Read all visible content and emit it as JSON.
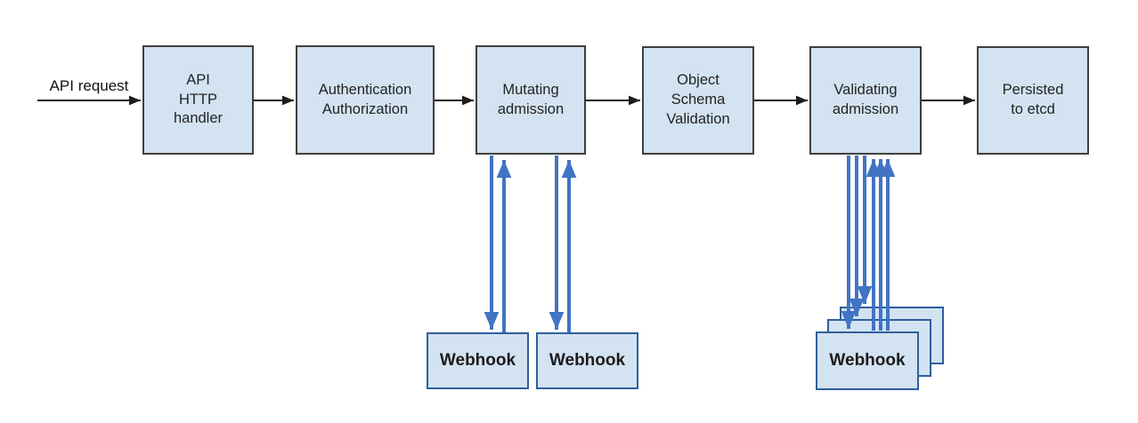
{
  "diagram": {
    "api_request_label": "API request",
    "nodes": [
      {
        "id": "api-http-handler",
        "label": "API\nHTTP\nhandler"
      },
      {
        "id": "authentication-authorization",
        "label": "Authentication\nAuthorization"
      },
      {
        "id": "mutating-admission",
        "label": "Mutating\nadmission"
      },
      {
        "id": "object-schema-validation",
        "label": "Object\nSchema\nValidation"
      },
      {
        "id": "validating-admission",
        "label": "Validating\nadmission"
      },
      {
        "id": "persisted-to-etcd",
        "label": "Persisted\nto etcd"
      }
    ],
    "webhooks": {
      "mutating": [
        {
          "label": "Webhook"
        },
        {
          "label": "Webhook"
        }
      ],
      "validating": {
        "label": "Webhook",
        "stacked_copies": 3
      }
    },
    "colors": {
      "node_fill": "#d3e3f1",
      "node_border": "#3f3f3f",
      "webhook_border": "#2f5f9e",
      "flow_arrow": "#1c1c1c",
      "webhook_arrow": "#4174c4"
    }
  }
}
